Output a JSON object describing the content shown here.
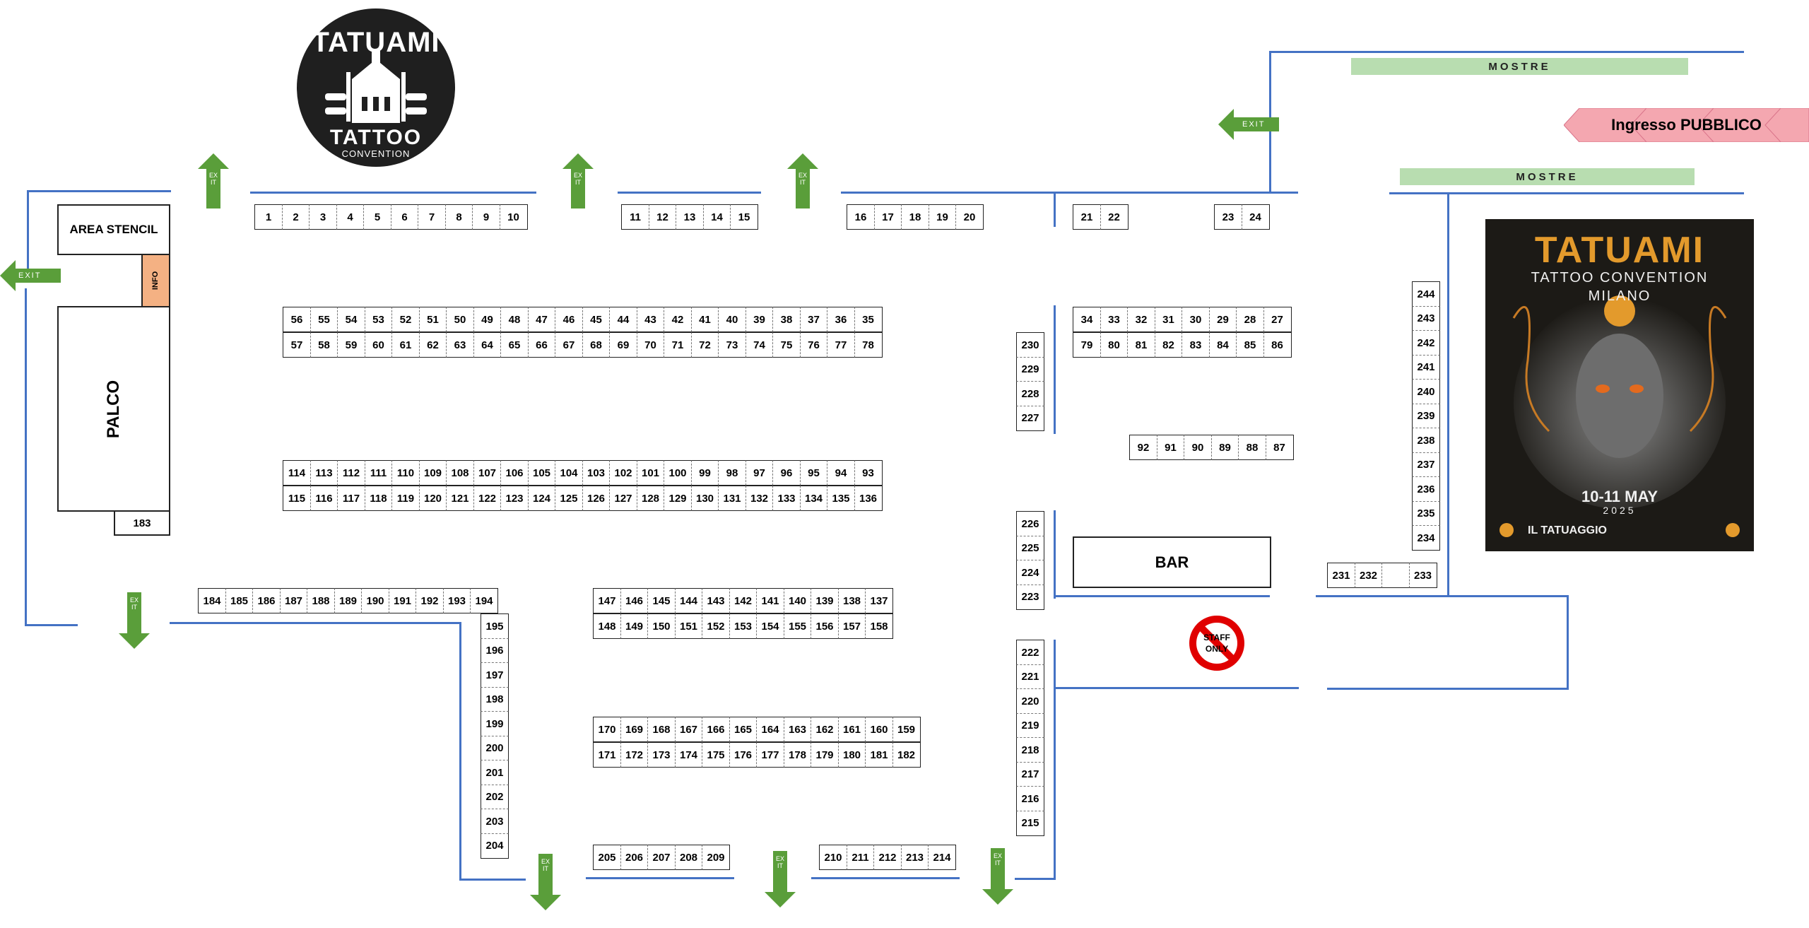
{
  "logo": {
    "top_text": "TATUAMI",
    "bottom_text": "TATTOO",
    "sub_text": "CONVENTION"
  },
  "labels": {
    "area_stencil": "AREA STENCIL",
    "info": "INFO",
    "palco": "PALCO",
    "bar": "BAR",
    "mostre_top": "MOSTRE",
    "mostre_bottom": "MOSTRE",
    "ingresso": "Ingresso PUBBLICO",
    "staff": "STAFF ONLY",
    "exit": "EXIT"
  },
  "booths": {
    "single_183": "183",
    "r_1_10": [
      "1",
      "2",
      "3",
      "4",
      "5",
      "6",
      "7",
      "8",
      "9",
      "10"
    ],
    "r_11_15": [
      "11",
      "12",
      "13",
      "14",
      "15"
    ],
    "r_16_20": [
      "16",
      "17",
      "18",
      "19",
      "20"
    ],
    "r_21_22": [
      "21",
      "22"
    ],
    "r_23_24": [
      "23",
      "24"
    ],
    "r_56_35": [
      "56",
      "55",
      "54",
      "53",
      "52",
      "51",
      "50",
      "49",
      "48",
      "47",
      "46",
      "45",
      "44",
      "43",
      "42",
      "41",
      "40",
      "39",
      "38",
      "37",
      "36",
      "35"
    ],
    "r_57_78": [
      "57",
      "58",
      "59",
      "60",
      "61",
      "62",
      "63",
      "64",
      "65",
      "66",
      "67",
      "68",
      "69",
      "70",
      "71",
      "72",
      "73",
      "74",
      "75",
      "76",
      "77",
      "78"
    ],
    "r_34_27": [
      "34",
      "33",
      "32",
      "31",
      "30",
      "29",
      "28",
      "27"
    ],
    "r_79_86": [
      "79",
      "80",
      "81",
      "82",
      "83",
      "84",
      "85",
      "86"
    ],
    "r_92_87": [
      "92",
      "91",
      "90",
      "89",
      "88",
      "87"
    ],
    "r_114_93": [
      "114",
      "113",
      "112",
      "111",
      "110",
      "109",
      "108",
      "107",
      "106",
      "105",
      "104",
      "103",
      "102",
      "101",
      "100",
      "99",
      "98",
      "97",
      "96",
      "95",
      "94",
      "93"
    ],
    "r_115_136": [
      "115",
      "116",
      "117",
      "118",
      "119",
      "120",
      "121",
      "122",
      "123",
      "124",
      "125",
      "126",
      "127",
      "128",
      "129",
      "130",
      "131",
      "132",
      "133",
      "134",
      "135",
      "136"
    ],
    "r_184_194": [
      "184",
      "185",
      "186",
      "187",
      "188",
      "189",
      "190",
      "191",
      "192",
      "193",
      "194"
    ],
    "c_195_204": [
      "195",
      "196",
      "197",
      "198",
      "199",
      "200",
      "201",
      "202",
      "203",
      "204"
    ],
    "r_147_137": [
      "147",
      "146",
      "145",
      "144",
      "143",
      "142",
      "141",
      "140",
      "139",
      "138",
      "137"
    ],
    "r_148_158": [
      "148",
      "149",
      "150",
      "151",
      "152",
      "153",
      "154",
      "155",
      "156",
      "157",
      "158"
    ],
    "r_170_159": [
      "170",
      "169",
      "168",
      "167",
      "166",
      "165",
      "164",
      "163",
      "162",
      "161",
      "160",
      "159"
    ],
    "r_171_182": [
      "171",
      "172",
      "173",
      "174",
      "175",
      "176",
      "177",
      "178",
      "179",
      "180",
      "181",
      "182"
    ],
    "r_205_209": [
      "205",
      "206",
      "207",
      "208",
      "209"
    ],
    "r_210_214": [
      "210",
      "211",
      "212",
      "213",
      "214"
    ],
    "c_230_227": [
      "230",
      "229",
      "228",
      "227"
    ],
    "c_226_223": [
      "226",
      "225",
      "224",
      "223"
    ],
    "c_222_215": [
      "222",
      "221",
      "220",
      "219",
      "218",
      "217",
      "216",
      "215"
    ],
    "c_244_233": [
      "244",
      "243",
      "242",
      "241",
      "240",
      "239",
      "238",
      "237",
      "236",
      "235",
      "234"
    ],
    "r_231_233": [
      "231",
      "232",
      "",
      "233"
    ]
  },
  "poster": {
    "title": "TATUAMI",
    "subtitle": "TATTOO CONVENTION",
    "city": "MILANO",
    "dates": "10-11 MAY",
    "year": "2025",
    "brand": "IL TATUAGGIO"
  },
  "colors": {
    "wall": "#4472c4",
    "exit_green": "#5a9e3a",
    "mostre": "#b8ddb0",
    "ingresso": "#f4a7b0",
    "info": "#f4b183",
    "staff_red": "#e00000"
  }
}
